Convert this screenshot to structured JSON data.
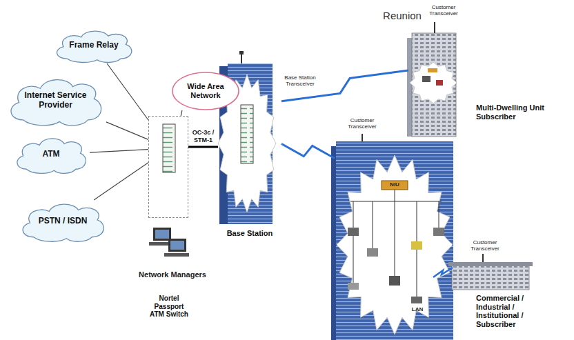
{
  "diagram": {
    "nodes": [
      {
        "text": [
          "Frame Relay"
        ]
      },
      {
        "text": [
          "Internet Service Provider"
        ]
      },
      {
        "text": [
          "ATM"
        ]
      },
      {
        "text": [
          "PSTN / ISDN"
        ]
      },
      {
        "text": [
          "Wide Area Network"
        ]
      },
      {
        "text": [
          "Nortel Passport ATM Switch"
        ]
      },
      {
        "text": [
          "Reunion"
        ]
      },
      {
        "text": [
          "Base Station"
        ]
      },
      {
        "text": [
          "Multi-Dwelling Unit Subscriber"
        ],
        "in": 6
      },
      {
        "text": [
          "Commercial / Industrial / Institutional / Subscriber"
        ],
        "in": 6
      }
    ],
    "edges": [
      {
        "from": 0,
        "to": 5,
        "arrow": "none"
      },
      {
        "from": 1,
        "to": 5,
        "arrow": "none"
      },
      {
        "from": 2,
        "to": 5,
        "arrow": "none"
      },
      {
        "from": 3,
        "to": 5,
        "arrow": "none"
      },
      {
        "from": 4,
        "to": 5,
        "arrow": "none"
      },
      {
        "from": 5,
        "to": 7,
        "label": "OC-3c / STM-1",
        "arrow": "none"
      },
      {
        "from": 7,
        "to": 8,
        "arrow": "none"
      },
      {
        "from": 7,
        "to": 9,
        "arrow": "none"
      }
    ],
    "labels": [
      "Base Station Transceiver",
      "Customer Transceiver",
      "Customer Transceiver",
      "Customer Transceiver",
      "NIU",
      "LAN",
      "Network Managers"
    ]
  }
}
